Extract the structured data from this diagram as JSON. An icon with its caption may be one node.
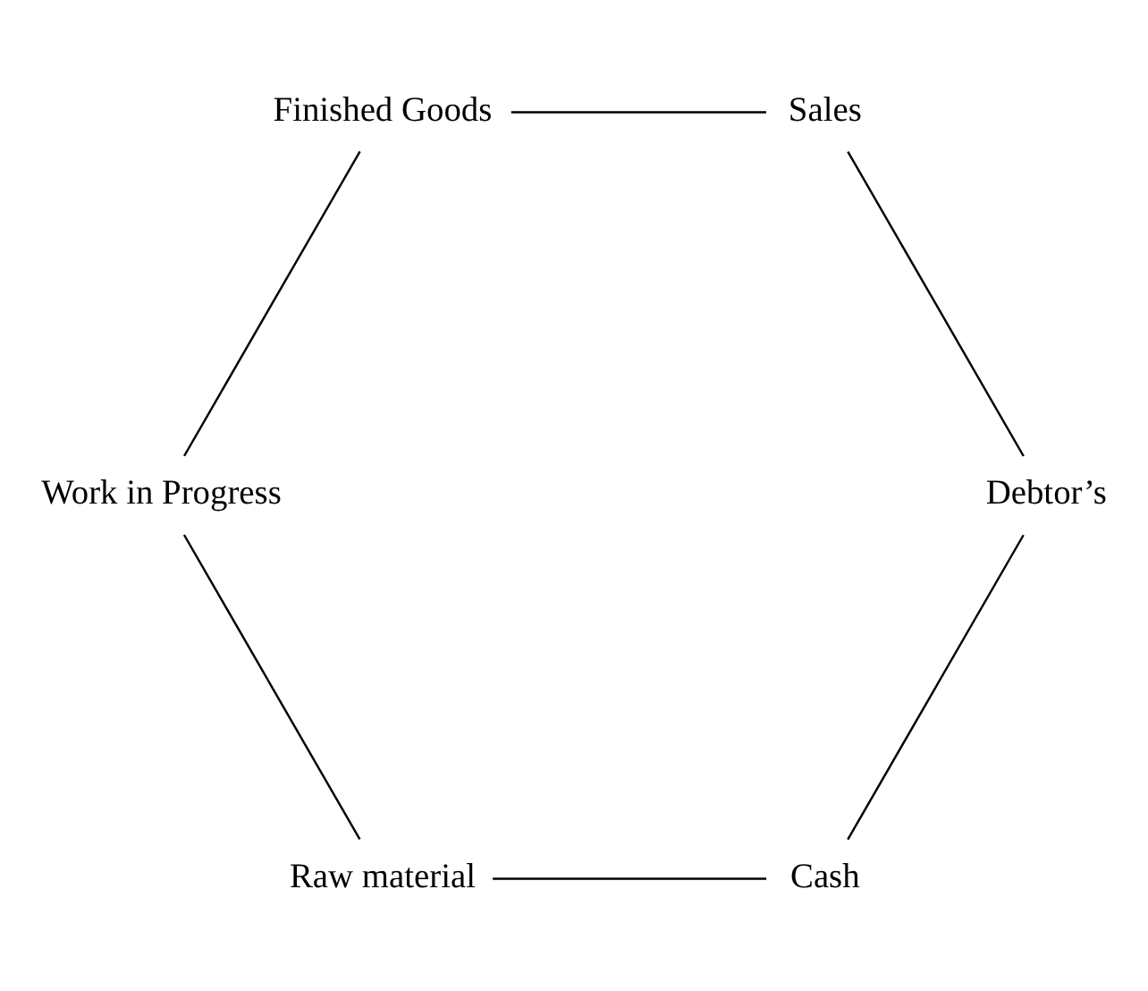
{
  "diagram": {
    "nodes": [
      {
        "text": [
          "Cash"
        ]
      },
      {
        "text": [
          "Raw material"
        ]
      },
      {
        "text": [
          "Work in Progress"
        ]
      },
      {
        "text": [
          "Finished Goods"
        ]
      },
      {
        "text": [
          "Sales"
        ]
      },
      {
        "text": [
          "Debtor’s"
        ]
      }
    ],
    "edges": [
      {
        "from": 0,
        "to": 1,
        "arrow": "none"
      },
      {
        "from": 1,
        "to": 2,
        "arrow": "none"
      },
      {
        "from": 2,
        "to": 3,
        "arrow": "none"
      },
      {
        "from": 3,
        "to": 4,
        "arrow": "none"
      },
      {
        "from": 4,
        "to": 5,
        "arrow": "none"
      },
      {
        "from": 5,
        "to": 0,
        "arrow": "none"
      }
    ]
  }
}
